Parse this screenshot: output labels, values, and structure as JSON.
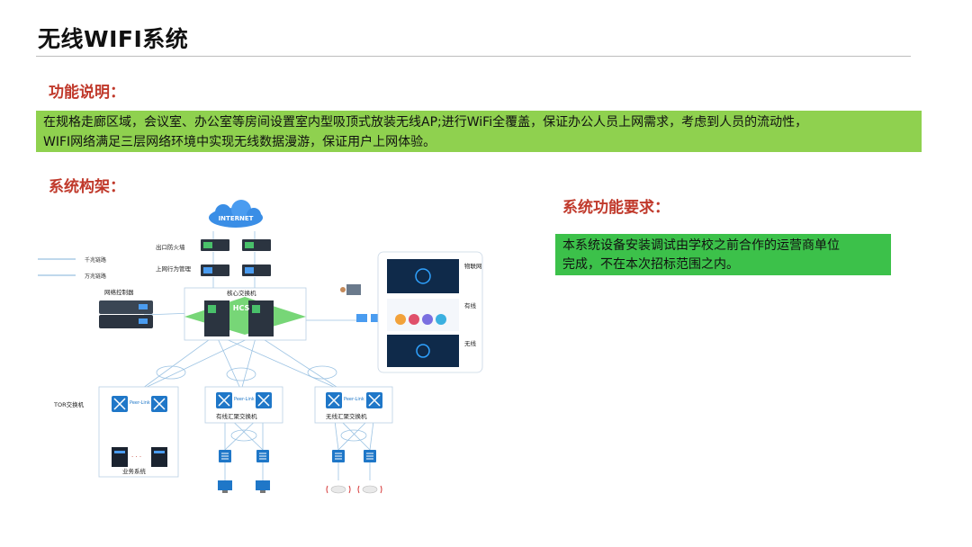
{
  "title": "无线WIFI系统",
  "sections": {
    "function_heading": "功能说明：",
    "function_text_1": "在规格走廊区域，会议室、办公室等房间设置室内型吸顶式放装无线AP;进行WiFi全覆盖，保证办公人员上网需求，考虑到人员的流动性，",
    "function_text_2": "WIFI网络满足三层网络环境中实现无线数据漫游，保证用户上网体验。",
    "architecture_heading": "系统构架：",
    "requirements_heading": "系统功能要求：",
    "requirements_text_1": "本系统设备安装调试由学校之前合作的运营商单位",
    "requirements_text_2": "完成，不在本次招标范围之内。"
  },
  "diagram": {
    "internet": "INTERNET",
    "egress_firewall": "出口防火墙",
    "behavior_mgmt": "上网行为管理",
    "legend_gigabit": "千兆链路",
    "legend_10g": "万兆链路",
    "network_controller": "网络控制器",
    "core_switch": "核心交换机",
    "hcs": "HCS",
    "tor_switch": "TOR交换机",
    "peer_link": "Peer-Link",
    "wired_agg": "有线汇聚交换机",
    "wireless_agg": "无线汇聚交换机",
    "business_system": "业务系统",
    "panel_iot": "物联网",
    "panel_wired": "有线",
    "panel_wireless": "无线",
    "dots": "· · ·"
  },
  "colors": {
    "accent_red": "#c0392b",
    "function_box": "#8fd14f",
    "requirements_box": "#3cc14a",
    "switch_blue": "#1f77c8",
    "device_dark": "#2b3440"
  }
}
